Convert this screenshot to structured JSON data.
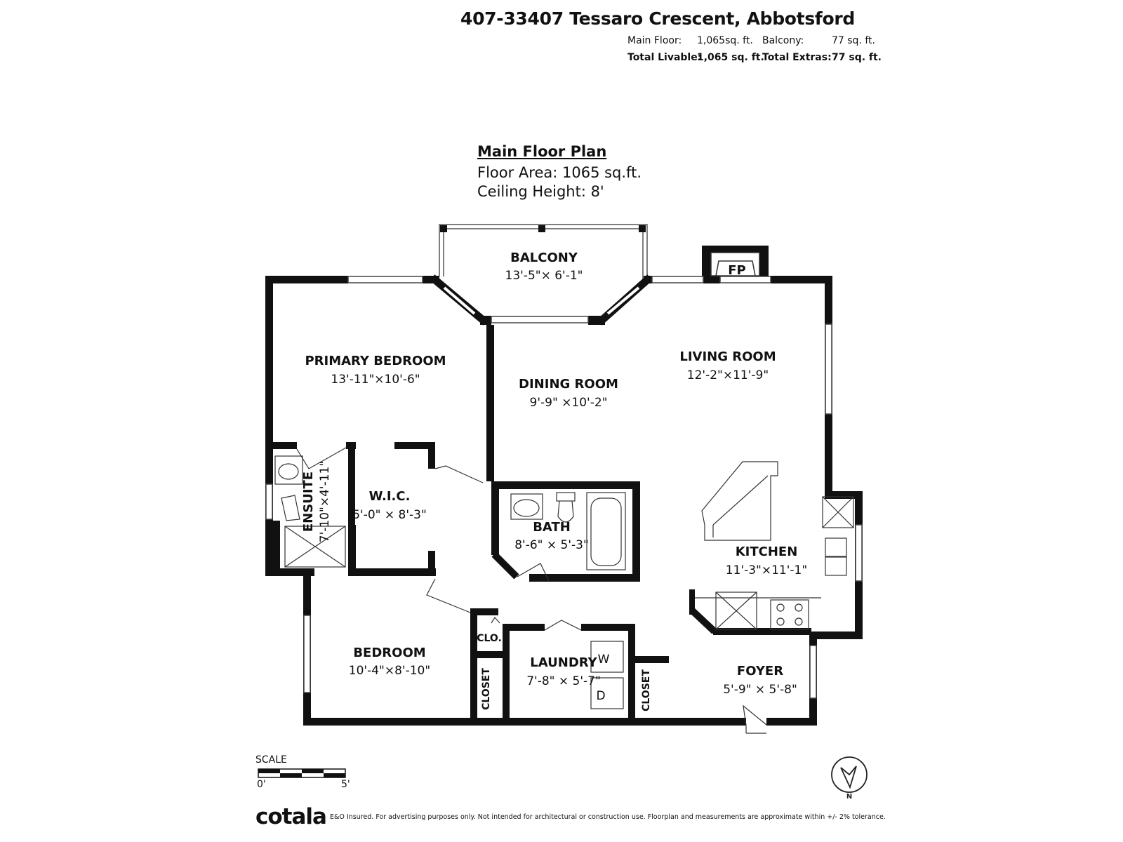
{
  "header": {
    "address": "407-33407 Tessaro Crescent, Abbotsford",
    "main_floor_label": "Main Floor:",
    "main_floor_value": "1,065sq. ft.",
    "balcony_label": "Balcony:",
    "balcony_value": "77 sq. ft.",
    "total_livable_label": "Total Livable:",
    "total_livable_value": "1,065 sq. ft.",
    "total_extras_label": "Total Extras:",
    "total_extras_value": "77 sq. ft."
  },
  "plan": {
    "title": "Main Floor Plan",
    "floor_area": "Floor Area: 1065 sq.ft.",
    "ceiling_height": "Ceiling Height: 8'"
  },
  "rooms": {
    "balcony": {
      "name": "BALCONY",
      "dims": "13'-5\"× 6'-1\""
    },
    "fireplace": {
      "name": "FP"
    },
    "primary_bedroom": {
      "name": "PRIMARY BEDROOM",
      "dims": "13'-11\"×10'-6\""
    },
    "dining_room": {
      "name": "DINING ROOM",
      "dims": "9'-9\" ×10'-2\""
    },
    "living_room": {
      "name": "LIVING ROOM",
      "dims": "12'-2\"×11'-9\""
    },
    "ensuite": {
      "name": "ENSUITE",
      "dims": "7'-10\"×4'-11\""
    },
    "wic": {
      "name": "W.I.C.",
      "dims": "5'-0\" × 8'-3\""
    },
    "bath": {
      "name": "BATH",
      "dims": "8'-6\" × 5'-3\""
    },
    "kitchen": {
      "name": "KITCHEN",
      "dims": "11'-3\"×11'-1\""
    },
    "bedroom": {
      "name": "BEDROOM",
      "dims": "10'-4\"×8'-10\""
    },
    "clo": {
      "name": "CLO."
    },
    "closet_1": {
      "name": "CLOSET"
    },
    "laundry": {
      "name": "LAUNDRY",
      "dims": "7'-8\" × 5'-7\""
    },
    "washer": {
      "name": "W"
    },
    "dryer": {
      "name": "D"
    },
    "closet_2": {
      "name": "CLOSET"
    },
    "foyer": {
      "name": "FOYER",
      "dims": "5'-9\" × 5'-8\""
    }
  },
  "scale": {
    "label": "SCALE",
    "start": "0'",
    "end": "5'"
  },
  "compass": {
    "label": "N"
  },
  "footer": {
    "brand": "cotala",
    "disclaimer": "E&O Insured. For advertising purposes only. Not intended for architectural or construction use. Floorplan and measurements are approximate within +/- 2% tolerance."
  }
}
